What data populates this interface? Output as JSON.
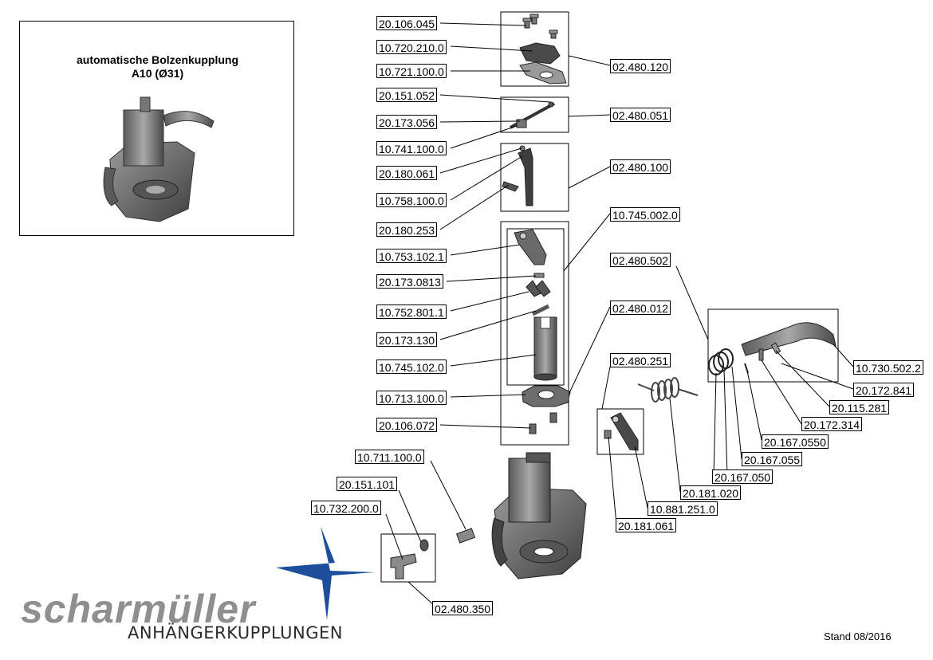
{
  "header": {
    "title_line1": "automatische Bolzenkupplung",
    "title_line2": "A10 (Ø31)"
  },
  "brand": {
    "name": "scharmüller",
    "tagline": "ANHÄNGERKUPPLUNGEN",
    "color_blue": "#1d4e9c",
    "color_grey": "#8f8f8f"
  },
  "footer": {
    "stand": "Stand 08/2016"
  },
  "parts": [
    "20.106.045",
    "10.720.210.0",
    "10.721.100.0",
    "02.480.120",
    "20.151.052",
    "20.173.056",
    "10.741.100.0",
    "02.480.051",
    "20.180.061",
    "10.758.100.0",
    "20.180.253",
    "02.480.100",
    "10.745.002.0",
    "10.753.102.1",
    "20.173.0813",
    "10.752.801.1",
    "20.173.130",
    "10.745.102.0",
    "10.713.100.0",
    "20.106.072",
    "02.480.502",
    "10.730.502.2",
    "20.172.841",
    "20.115.281",
    "20.172.314",
    "20.167.0550",
    "20.167.055",
    "20.167.050",
    "02.480.012",
    "02.480.251",
    "20.181.020",
    "10.881.251.0",
    "20.181.061",
    "10.711.100.0",
    "20.151.101",
    "10.732.200.0",
    "02.480.350"
  ]
}
